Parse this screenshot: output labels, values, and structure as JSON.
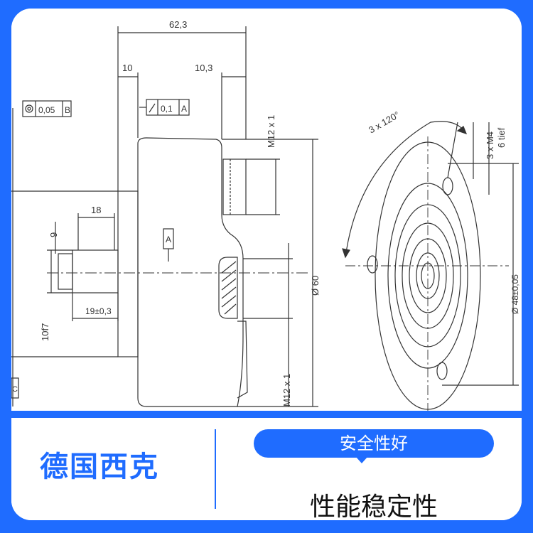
{
  "drawing": {
    "dim_overall_length": "62,3",
    "dim_flange": "10",
    "dim_connector": "10,3",
    "tol_concentricity": "0,05",
    "tol_concentricity_ref": "B",
    "tol_runout": "0,1",
    "tol_runout_ref": "A",
    "datum_a": "A",
    "datum_c": "C",
    "dim_shaft_length": "18",
    "dim_shaft_step": "9",
    "dim_shaft_diameter": "10f7",
    "dim_shaft_19": "19±0,3",
    "thread_top": "M12 x 1",
    "thread_bottom": "M12 x 1",
    "dim_body_diameter": "Ø 60",
    "angle_spacing": "3 x 120°",
    "holes_thread": "3 x M4",
    "holes_depth": "6 tief",
    "bolt_circle": "Ø 48±0,05"
  },
  "footer": {
    "brand": "德国西克",
    "badge": "安全性好",
    "feature": "性能稳定性"
  },
  "colors": {
    "accent": "#1f6cff",
    "line": "#333333"
  }
}
